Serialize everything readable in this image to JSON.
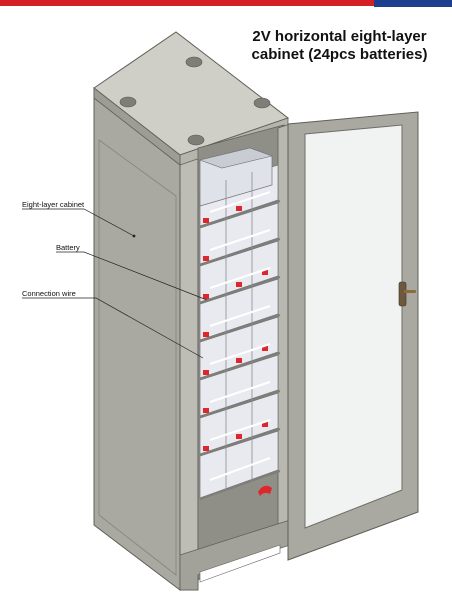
{
  "header": {
    "brand_red": "#d51f26",
    "brand_blue": "#1d3f8f"
  },
  "title": {
    "line1": "2V horizontal eight-layer",
    "line2": "cabinet (24pcs batteries)"
  },
  "callouts": [
    {
      "id": "cabinet",
      "label": "Eight-layer cabinet"
    },
    {
      "id": "battery",
      "label": "Battery"
    },
    {
      "id": "wire",
      "label": "Connection wire"
    }
  ],
  "colors": {
    "cabinet_front": "#a9a9a1",
    "cabinet_side": "#c2c2ba",
    "cabinet_top": "#cfcfc8",
    "battery_body": "#e8eaef",
    "terminal_red": "#e0262d",
    "door_glass": "#f1f3f3"
  },
  "layers": 8,
  "batteries": 24
}
